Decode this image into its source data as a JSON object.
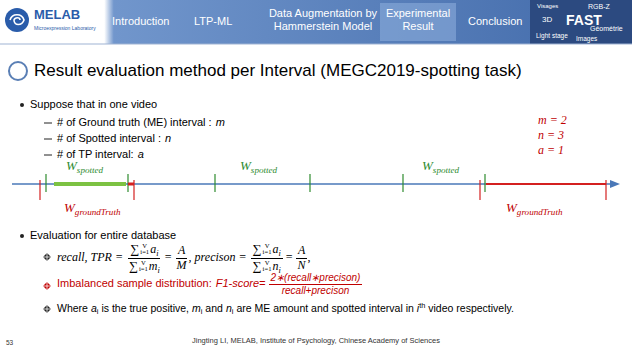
{
  "diagram": {
    "title": "Result evaluation method per Interval (MEGC2019-spotting task)",
    "labels": [
      "MELAB",
      "Microexpression Laboratory",
      "Introduction",
      "LTP-ML",
      "Data Augmentation by Hammerstein Model",
      "Experimental Result",
      "Conclusion",
      "Visages",
      "RGB-Z",
      "3D",
      "FAST",
      "Light stage",
      "Géométrie",
      "Images",
      "Suppose that in one video",
      "# of Ground truth (ME) interval :",
      "m",
      "# of Spotted interval :",
      "n",
      "# of TP interval:",
      "a",
      "m = 2",
      "n = 3",
      "a = 1",
      "W",
      "spotted",
      "W",
      "spotted",
      "W",
      "spotted",
      "W",
      "groundTruth",
      "W",
      "groundTruth",
      "Evaluation for entire database",
      "recall, TPR =",
      "∑",
      "V",
      "i=1",
      "a",
      "i",
      "∑",
      "V",
      "i=1",
      "m",
      "i",
      "=",
      "A",
      "M",
      ", precison =",
      "∑",
      "V",
      "i=1",
      "a",
      "i",
      "∑",
      "V",
      "i=1",
      "n",
      "i",
      "=",
      "A",
      "N",
      ",",
      "Imbalanced sample distribution:",
      "F1-score=",
      "2∗(recall∗precison)",
      "recall+precison",
      "Where",
      "a",
      "i",
      "is the true positive,",
      "m",
      "i",
      "and",
      "n",
      "i",
      "are ME amount and spotted interval in",
      "i",
      "th",
      "video respectively.",
      "Jingting LI, MELAB, Institute of Psychology, Chinese Academy of Sciences",
      "53"
    ]
  }
}
